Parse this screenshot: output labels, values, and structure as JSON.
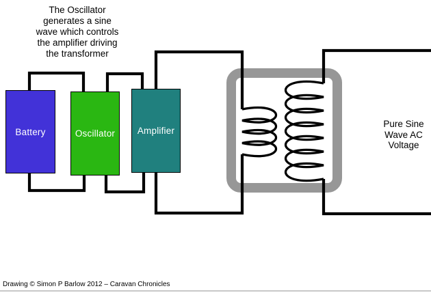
{
  "note": {
    "lines": [
      "The Oscillator",
      "generates a sine",
      "wave which controls",
      "the amplifier driving",
      "the transformer"
    ]
  },
  "blocks": [
    {
      "id": "battery",
      "label": "Battery",
      "color": "#4232d8"
    },
    {
      "id": "oscillator",
      "label": "Oscillator",
      "color": "#2ab712"
    },
    {
      "id": "amplifier",
      "label": "Amplifier",
      "color": "#20807e"
    }
  ],
  "transformer": {
    "name": "transformer",
    "primary_turns": 4,
    "secondary_turns": 7
  },
  "output_label": {
    "lines": [
      "Pure Sine",
      "Wave AC",
      "Voltage"
    ]
  },
  "footer": {
    "credit": "Drawing © Simon P Barlow 2012 – Caravan Chronicles"
  },
  "colors": {
    "wire": "#000000",
    "core": "#979797",
    "rule": "#c8c8c8",
    "text": "#000000"
  }
}
